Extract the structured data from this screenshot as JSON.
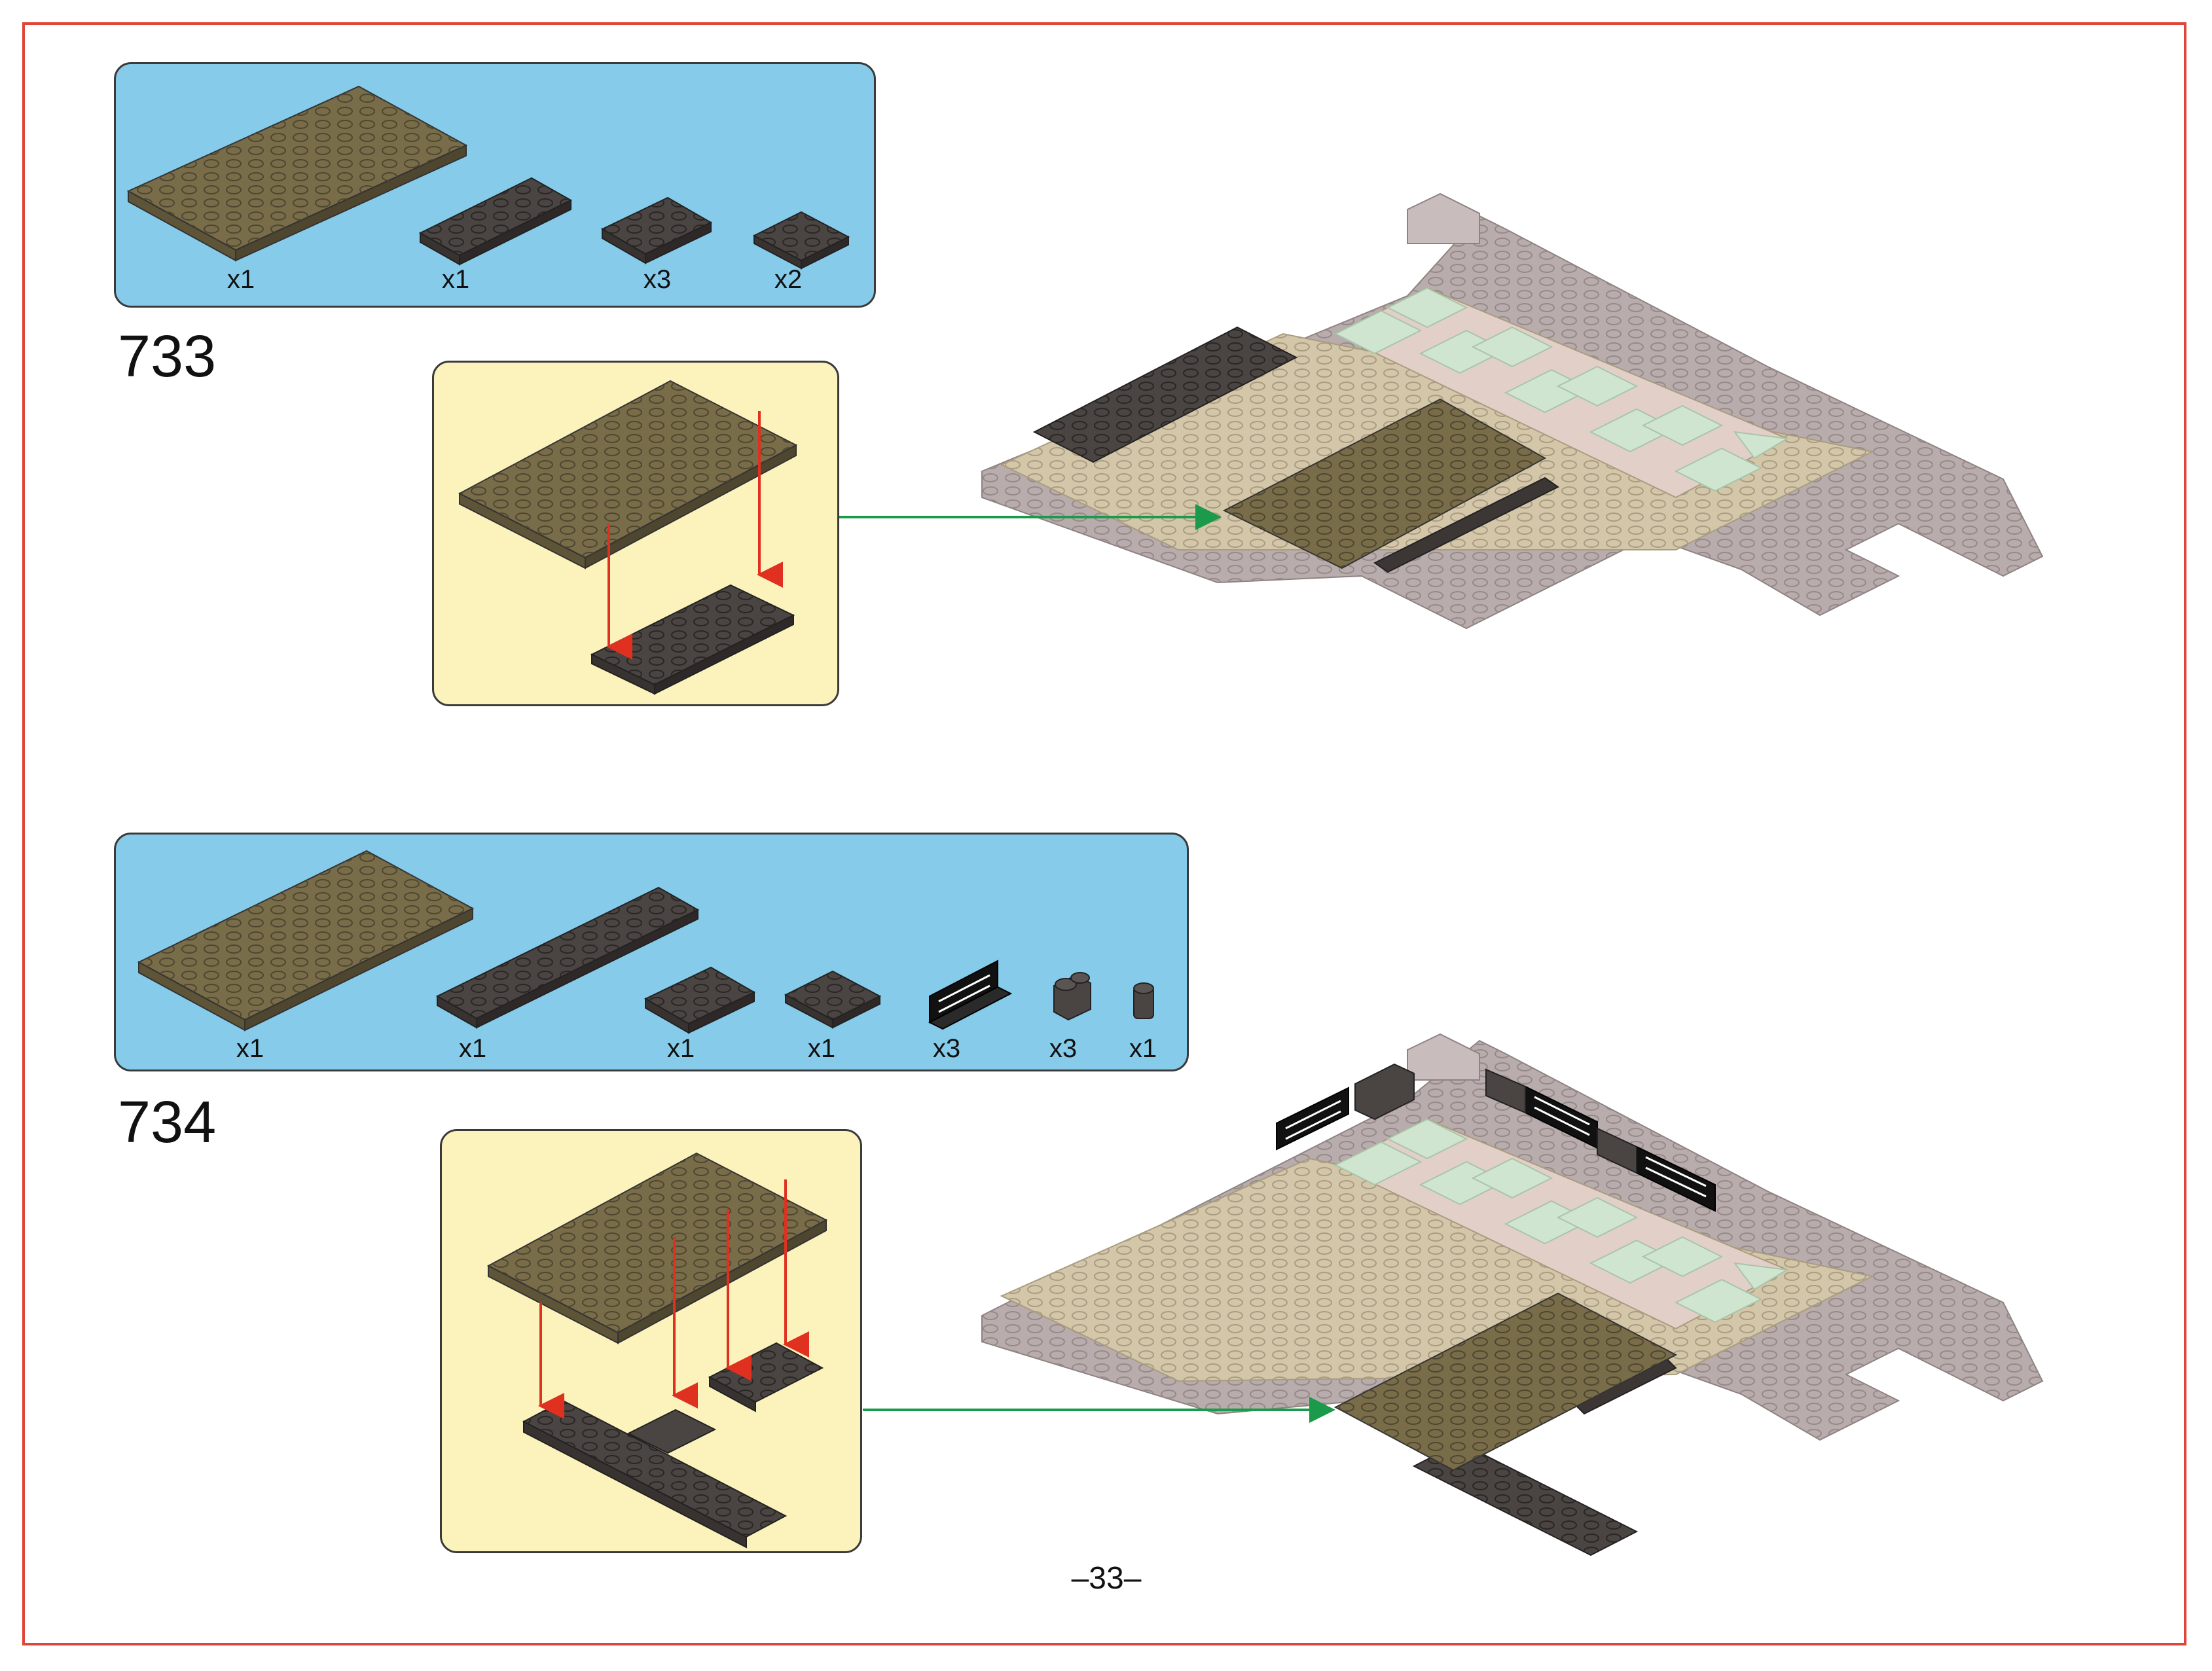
{
  "page": {
    "page_number": "–33–",
    "colors": {
      "frame": "#e0453a",
      "parts_panel": "#86cbea",
      "subassembly_panel": "#fcf3bc",
      "dark_tan": "#786c49",
      "dark_gray": "#4a4442",
      "light_gray": "#b8acac",
      "tan": "#d4c6a8",
      "pale_green": "#cfe5cf",
      "arrow_red": "#e03020",
      "arrow_green": "#1a9a4a"
    }
  },
  "steps": [
    {
      "number": "733",
      "parts": [
        {
          "name": "dark-tan-plate-6x12",
          "qty": "x1"
        },
        {
          "name": "dark-gray-plate-2x6",
          "qty": "x1"
        },
        {
          "name": "dark-gray-plate-2x3",
          "qty": "x3"
        },
        {
          "name": "dark-gray-plate-2x2",
          "qty": "x2"
        }
      ]
    },
    {
      "number": "734",
      "parts": [
        {
          "name": "dark-tan-plate-6x12",
          "qty": "x1"
        },
        {
          "name": "dark-gray-plate-2x12",
          "qty": "x1"
        },
        {
          "name": "dark-gray-plate-2x3",
          "qty": "x1"
        },
        {
          "name": "dark-gray-plate-2x2",
          "qty": "x1"
        },
        {
          "name": "black-fence-1x4",
          "qty": "x3"
        },
        {
          "name": "dark-gray-brick-round-1x2",
          "qty": "x3"
        },
        {
          "name": "dark-gray-brick-round-1x1",
          "qty": "x1"
        }
      ]
    }
  ]
}
